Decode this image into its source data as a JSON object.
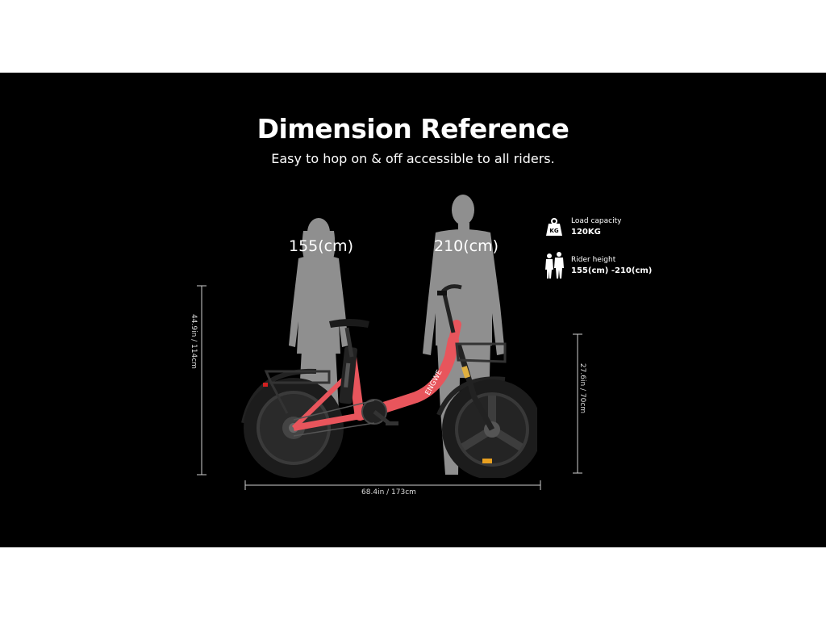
{
  "header": {
    "title": "Dimension Reference",
    "subtitle": "Easy to hop on & off accessible to all riders."
  },
  "persons": {
    "short_label": "155(cm)",
    "tall_label": "210(cm)"
  },
  "dimensions": {
    "total_height": "44.9in / 114cm",
    "seat_height": "27.6in / 70cm",
    "length": "68.4in / 173cm"
  },
  "specs": {
    "load": {
      "label": "Load capacity",
      "value": "120KG",
      "icon": "weight-kg-icon"
    },
    "rider": {
      "label": "Rider height",
      "value": "155(cm) -210(cm)",
      "icon": "riders-icon"
    }
  },
  "bike": {
    "brand_mark": "ENGWE"
  },
  "colors": {
    "background": "#000000",
    "silhouette": "#8f8f8f",
    "bike_frame": "#e8555c",
    "tire": "#1c1c1c"
  }
}
